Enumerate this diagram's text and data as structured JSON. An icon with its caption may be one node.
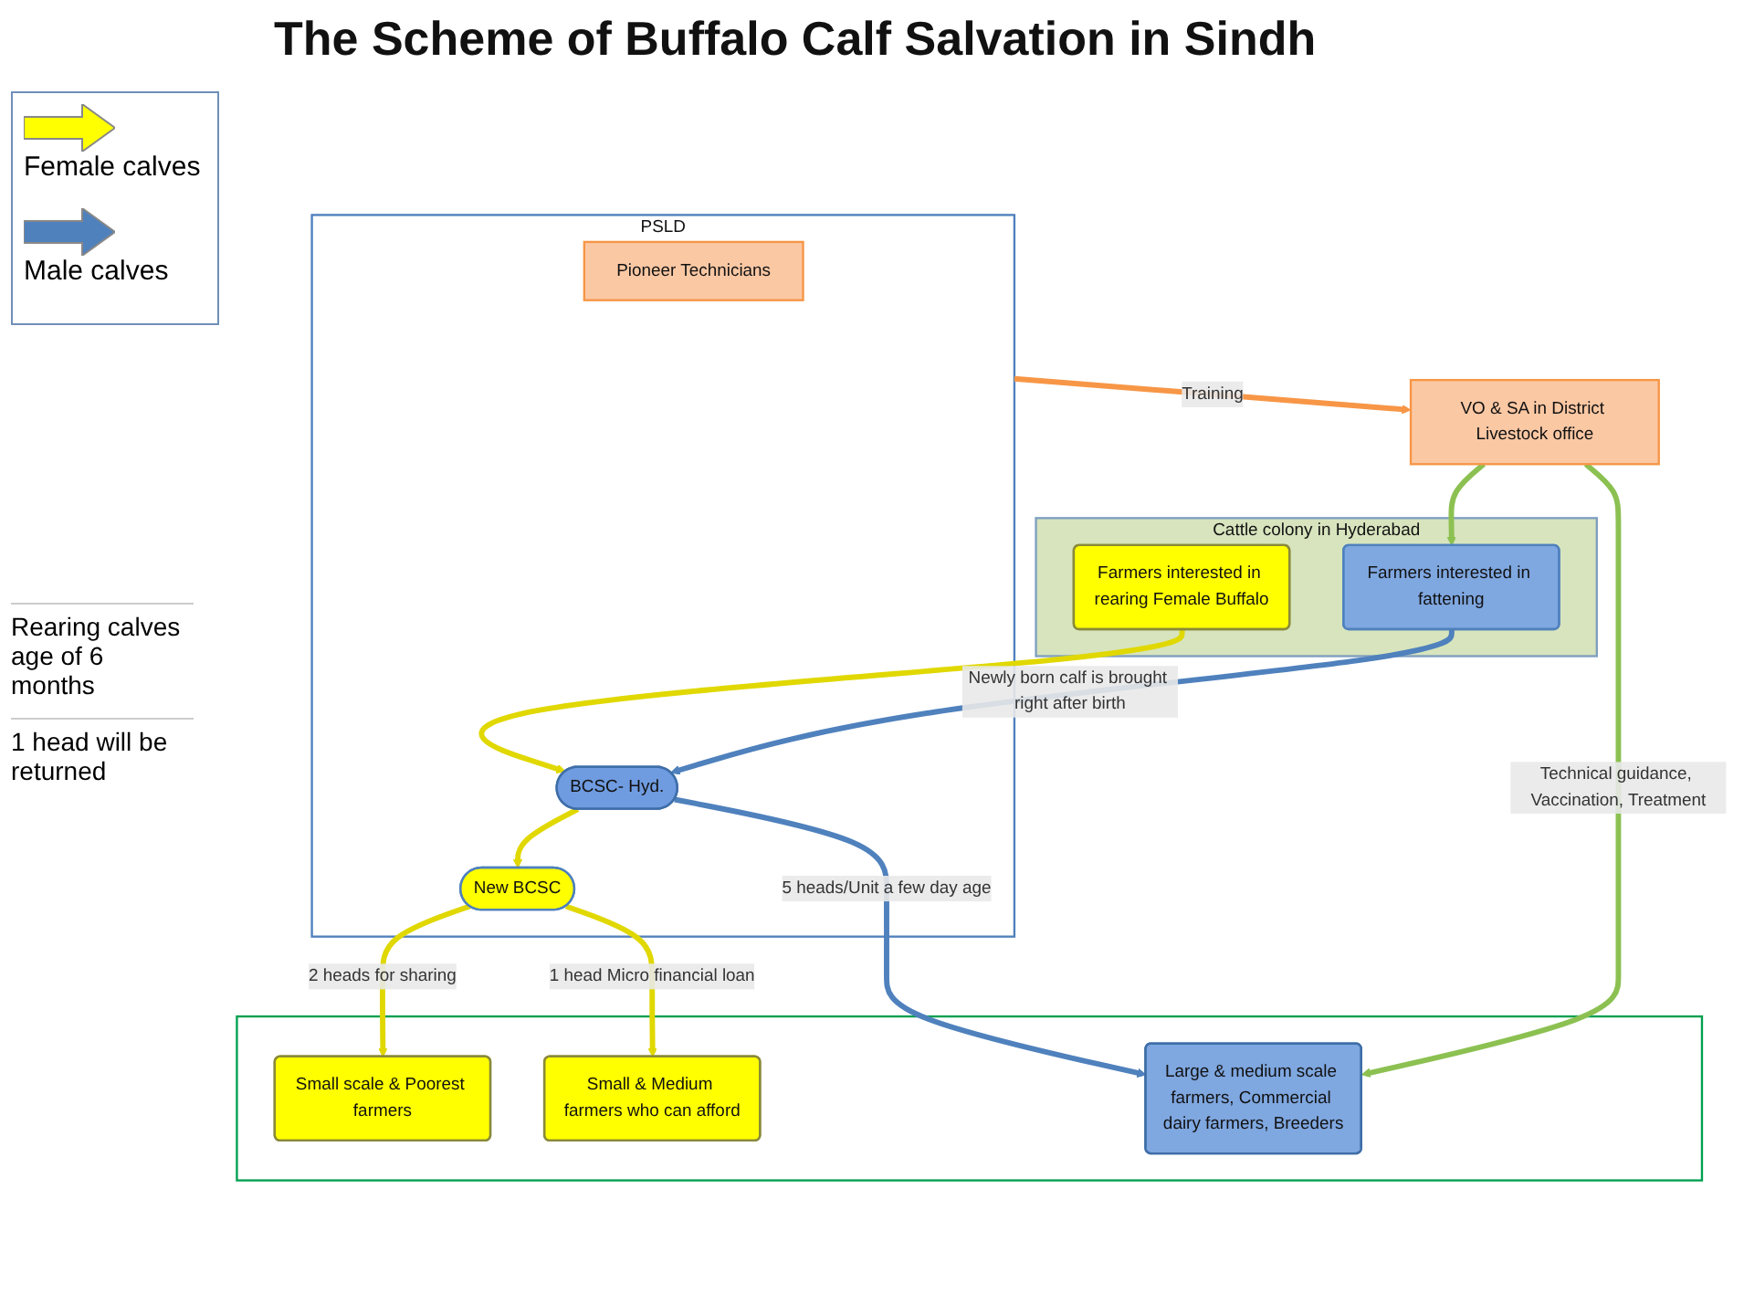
{
  "diagram": {
    "title": "The Scheme of Buffalo Calf Salvation in Sindh",
    "nodes": [
      {
        "text": [
          "Cattle colony in Hyderabad"
        ]
      },
      {
        "text": [
          "Farmers interested in rearing Female Buffalo"
        ],
        "in": 0
      },
      {
        "text": [
          "Farmers interested in fattening"
        ],
        "in": 0
      },
      {
        "text": [
          "PSLD"
        ]
      },
      {
        "text": [
          "Pioneer Technicians"
        ],
        "in": 3
      },
      {
        "text": [
          "BCSC- Hyd."
        ],
        "in": 3
      },
      {
        "text": [
          "New BCSC"
        ],
        "in": 3
      },
      {
        "text": [
          "VO & SA in District Livestock office"
        ]
      },
      {
        "text": [],
        "shape": "box"
      },
      {
        "text": [
          "Small scale & Poorest farmers"
        ],
        "in": 8
      },
      {
        "text": [
          "Small & Medium farmers who can afford"
        ],
        "in": 8
      },
      {
        "text": [
          "Large & medium scale farmers, Commercial dairy farmers, Breeders"
        ],
        "in": 8
      }
    ],
    "edges": [
      {
        "from": 1,
        "to": 5,
        "arrow": "to"
      },
      {
        "from": 2,
        "to": 5,
        "arrow": "to",
        "color": "#4f81bd",
        "label": "Newly born calf is brought right after birth"
      },
      {
        "from": 5,
        "to": 6,
        "arrow": "to"
      },
      {
        "from": 6,
        "to": 9,
        "arrow": "to",
        "label": "2 heads for sharing"
      },
      {
        "from": 6,
        "to": 10,
        "arrow": "to",
        "label": "1 head Micro financial loan"
      },
      {
        "from": 5,
        "to": 11,
        "arrow": "to",
        "color": "#4f81bd",
        "label": "5 heads/Unit a few day age"
      },
      {
        "from": 3,
        "to": 7,
        "arrow": "to",
        "color": "#f79646",
        "label": "Training"
      },
      {
        "from": 7,
        "to": 2,
        "arrow": "to",
        "color": "#8cc152"
      },
      {
        "from": 7,
        "to": 11,
        "arrow": "to",
        "color": "#8cc152",
        "label": "Technical guidance, Vaccination, Treatment"
      }
    ],
    "labels": [
      "Rearing calves age of 6 months",
      "1 head will be returned"
    ],
    "legend": [
      {
        "text": "Female calves",
        "color": "#ffff00"
      },
      {
        "text": "Male calves",
        "color": "#4f81bd"
      }
    ]
  }
}
